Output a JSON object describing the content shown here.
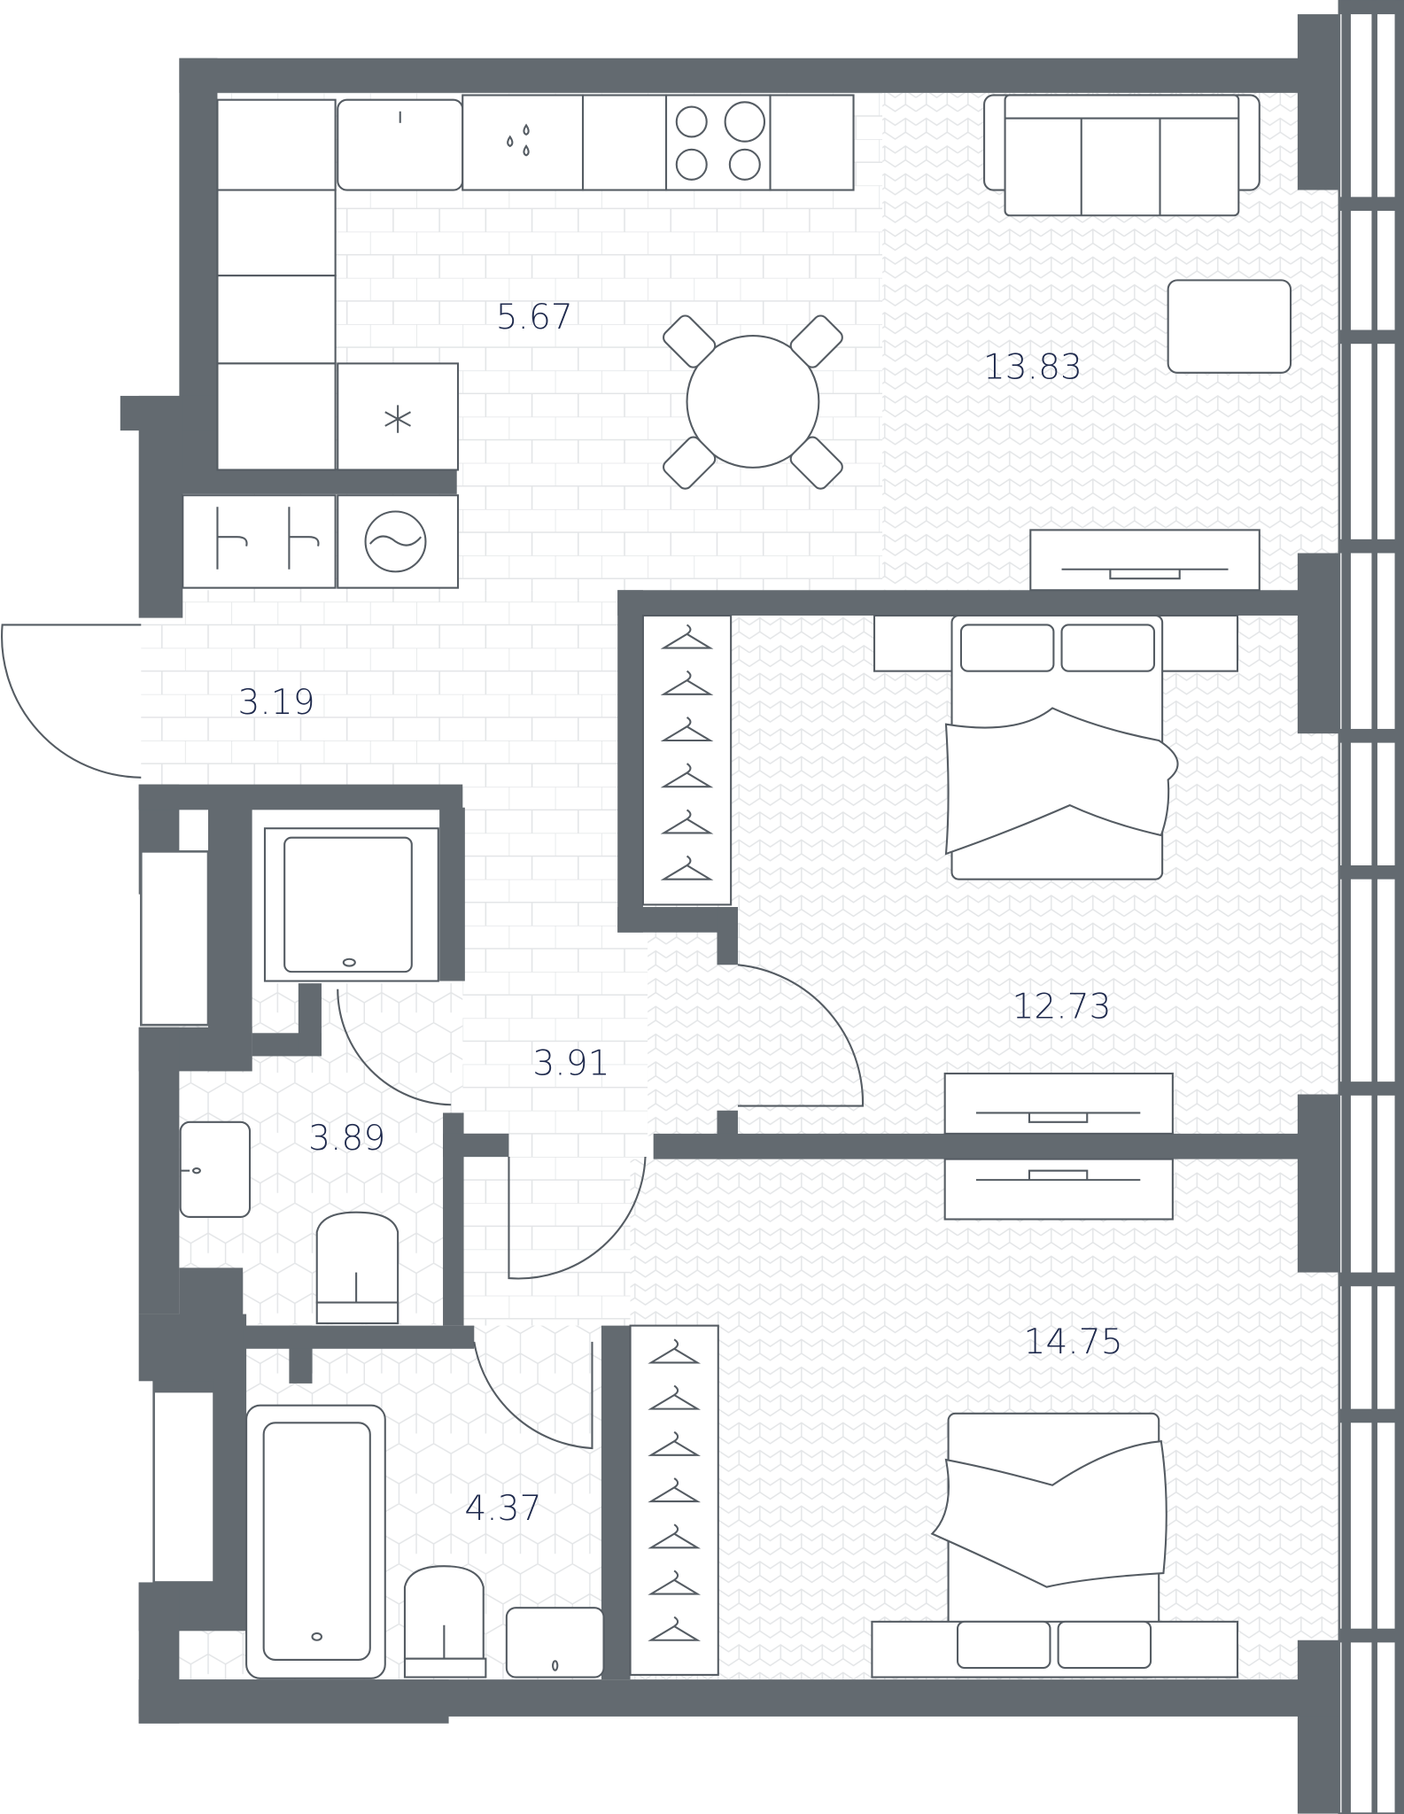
{
  "plan": {
    "rooms": [
      {
        "id": "kitchen",
        "area": "5.67"
      },
      {
        "id": "living-room",
        "area": "13.83"
      },
      {
        "id": "entrance-hall",
        "area": "3.19"
      },
      {
        "id": "bedroom-upper",
        "area": "12.73"
      },
      {
        "id": "corridor",
        "area": "3.91"
      },
      {
        "id": "shower-room",
        "area": "3.89"
      },
      {
        "id": "bathroom",
        "area": "4.37"
      },
      {
        "id": "bedroom-lower",
        "area": "14.75"
      }
    ],
    "colors": {
      "wall": "#636a70",
      "line": "#555c63",
      "label": "#1f2a4d",
      "floor_pattern": "#e3e5e7"
    }
  }
}
